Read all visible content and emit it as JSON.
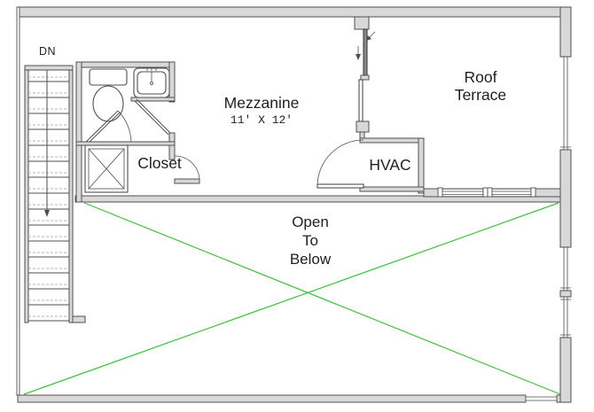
{
  "stairs": {
    "direction_label": "DN"
  },
  "rooms": {
    "mezzanine": {
      "name": "Mezzanine",
      "dimensions": "11' X 12'"
    },
    "roof_terrace": {
      "line1": "Roof",
      "line2": "Terrace"
    },
    "closet": {
      "name": "Closet"
    },
    "hvac": {
      "name": "HVAC"
    },
    "open_to_below": {
      "line1": "Open",
      "line2": "To",
      "line3": "Below"
    }
  },
  "colors": {
    "wall_stroke": "#4f4f4f",
    "wall_fill": "#d8d8d8",
    "tread_dash": "#b3b3b3",
    "panel_dark": "#8a8a8a",
    "open_below_x": "#3ec43e",
    "text": "#1f1f1f"
  }
}
